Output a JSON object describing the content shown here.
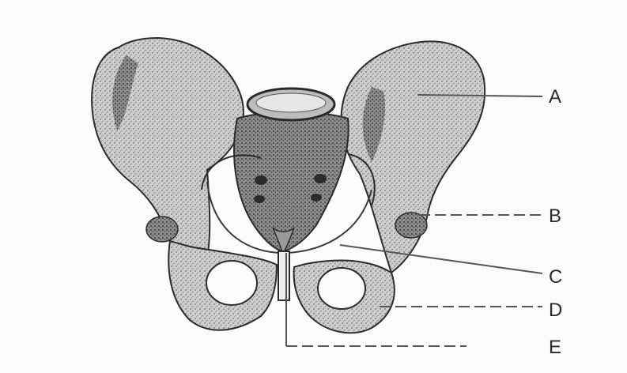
{
  "labels": {
    "a": "A",
    "b": "B",
    "c": "C",
    "d": "D",
    "e": "E"
  },
  "colors": {
    "background": "#fbfbfb",
    "bone_fill": "#d9d9d9",
    "bone_shade": "#6d6d6d",
    "bone_outline": "#2b2b2b",
    "leader_line": "#555555",
    "label_text": "#2a2a2a"
  },
  "figure": {
    "subject": "pelvis-anterior-view",
    "icon": "pelvis-illustration"
  }
}
